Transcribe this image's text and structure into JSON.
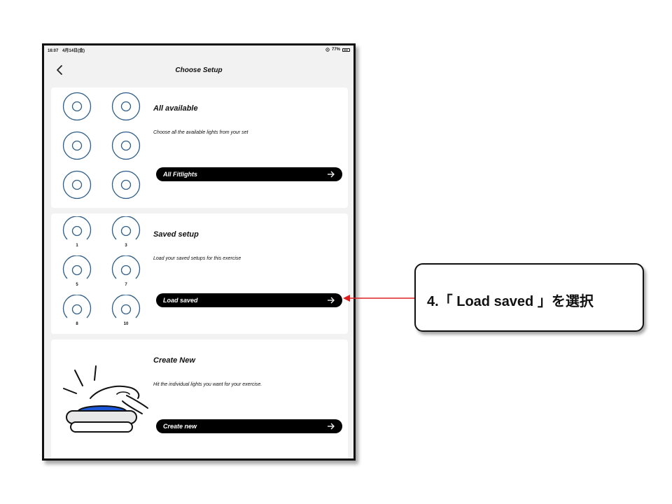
{
  "status_bar": {
    "time": "16:07",
    "date": "4月14日(金)",
    "battery": "77%",
    "location_icon": "location-icon"
  },
  "nav": {
    "title": "Choose Setup",
    "back_icon": "chevron-left-icon"
  },
  "cards": {
    "all_available": {
      "title": "All available",
      "description": "Choose all the available lights from your set",
      "button_label": "All Fitlights"
    },
    "saved_setup": {
      "title": "Saved setup",
      "description": "Load your saved setups for this exercise",
      "button_label": "Load saved",
      "light_numbers": [
        "1",
        "3",
        "5",
        "7",
        "8",
        "10"
      ]
    },
    "create_new": {
      "title": "Create New",
      "description": "Hit the individual lights you want for your exercise.",
      "button_label": "Create new"
    }
  },
  "annotation": {
    "text": "4.「 Load saved 」を選択"
  },
  "colors": {
    "light_ring": "#2b5c8a",
    "button_bg": "#000000",
    "pad_blue": "#1a56d6",
    "arrow_red": "#e02020"
  }
}
